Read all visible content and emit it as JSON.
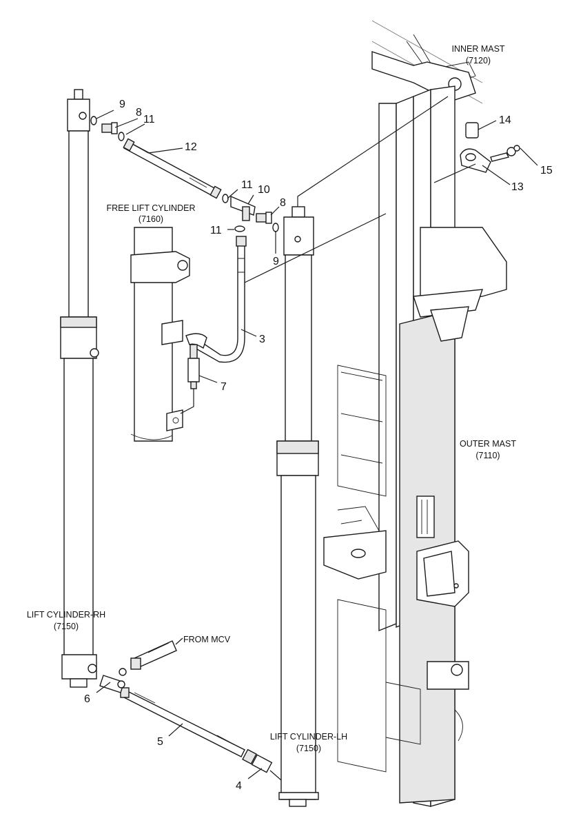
{
  "callouts": {
    "c3": "3",
    "c4": "4",
    "c5": "5",
    "c6": "6",
    "c7": "7",
    "c8a": "8",
    "c8b": "8",
    "c9a": "9",
    "c9b": "9",
    "c10": "10",
    "c11a": "11",
    "c11b": "11",
    "c11c": "11",
    "c12": "12",
    "c13": "13",
    "c14": "14",
    "c15": "15"
  },
  "labels": {
    "inner_mast": {
      "name": "INNER MAST",
      "code": "(7120)"
    },
    "outer_mast": {
      "name": "OUTER MAST",
      "code": "(7110)"
    },
    "free_lift": {
      "name": "FREE LIFT CYLINDER",
      "code": "(7160)"
    },
    "lift_rh": {
      "name": "LIFT CYLINDER-RH",
      "code": "(7150)"
    },
    "lift_lh": {
      "name": "LIFT CYLINDER-LH",
      "code": "(7150)"
    },
    "from_mcv": "FROM MCV"
  }
}
